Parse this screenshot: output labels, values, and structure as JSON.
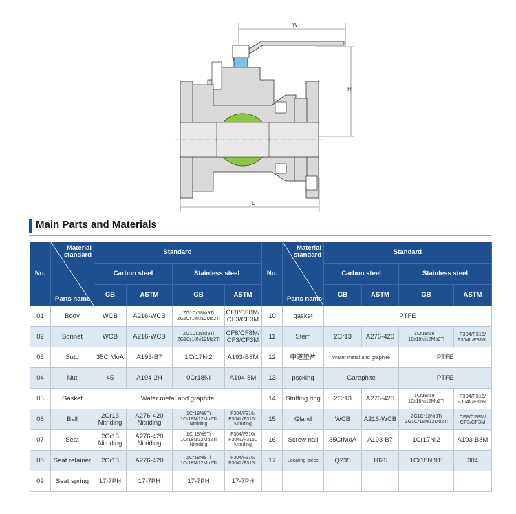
{
  "drawing": {
    "dim_w": "W",
    "dim_h": "H",
    "dim_l": "L"
  },
  "section_title": "Main Parts and Materials",
  "headers": {
    "no": "No.",
    "material_standard": "Material standard",
    "parts_name": "Parts name",
    "standard": "Standard",
    "carbon_steel": "Carbon steel",
    "stainless_steel": "Stainless steel",
    "gb": "GB",
    "astm": "ASTM"
  },
  "left_rows": [
    {
      "no": "01",
      "part": "Body",
      "cs_gb": "WCB",
      "cs_astm": "A216-WCB",
      "ss_gb": "ZG1Cr18Ni9Ti ZG1Cr18Ni12Mo2Ti",
      "ss_astm": "CF8/CF8M/ CF3/CF3M"
    },
    {
      "no": "02",
      "part": "Bonnet",
      "cs_gb": "WCB",
      "cs_astm": "A216-WCB",
      "ss_gb": "ZG1Cr18Ni9Ti ZG1Cr18Ni12Mo2Ti",
      "ss_astm": "CF8/CF8M/ CF3/CF3M"
    },
    {
      "no": "03",
      "part": "Sutd",
      "cs_gb": "35CrMoA",
      "cs_astm": "A193-B7",
      "ss_gb": "1Cr17Ni2",
      "ss_astm": "A193-B8M"
    },
    {
      "no": "04",
      "part": "Nut",
      "cs_gb": "45",
      "cs_astm": "A194-2H",
      "ss_gb": "0Cr18Ni",
      "ss_astm": "A194-8M"
    },
    {
      "no": "05",
      "part": "Gasket",
      "merged": "Wafer metal and graphite"
    },
    {
      "no": "06",
      "part": "Ball",
      "cs_gb": "2Cr13 Nitriding",
      "cs_astm": "A276-420 Nitriding",
      "ss_gb": "1Cr18Ni9Ti 1Cr18Ni12Mo2Ti Nitriding",
      "ss_astm": "F304/F316/ F304L/F316L Nitriding"
    },
    {
      "no": "07",
      "part": "Seat",
      "cs_gb": "2Cr13 Nitriding",
      "cs_astm": "A276-420 Nitriding",
      "ss_gb": "1Cr18Ni9Ti 1Cr18Ni12Mo2Ti Nitriding",
      "ss_astm": "F304/F316/ F304L/F316L Nitriding"
    },
    {
      "no": "08",
      "part": "Seat retainer",
      "cs_gb": "2Cr13",
      "cs_astm": "A276-420",
      "ss_gb": "1Cr18Ni9Ti 1Cr18Ni12Mo2Ti",
      "ss_astm": "F304/F316/ F304L/F316L"
    },
    {
      "no": "09",
      "part": "Seat spring",
      "cs_gb": "17-7PH",
      "cs_astm": "17-7PH",
      "ss_gb": "17-7PH",
      "ss_astm": "17-7PH"
    }
  ],
  "right_rows": [
    {
      "no": "10",
      "part": "gasket",
      "merged": "PTFE"
    },
    {
      "no": "11",
      "part": "Stem",
      "cs_gb": "2Cr13",
      "cs_astm": "A276-420",
      "ss_gb": "1Cr18Ni9Ti 1Cr18Ni12Mo2Ti",
      "ss_astm": "F304/F316/ F304L/F316L"
    },
    {
      "no": "12",
      "part": "中道垫片",
      "cs_merged": "Wafer metal and graphite",
      "ss_merged": "PTFE"
    },
    {
      "no": "13",
      "part": "pscking",
      "cs_merged": "Garaphite",
      "ss_merged": "PTFE"
    },
    {
      "no": "14",
      "part": "Stuffing ring",
      "cs_gb": "2Cr13",
      "cs_astm": "A276-420",
      "ss_gb": "1Cr18Ni9Ti 1Cr18Ni12Mo2Ti",
      "ss_astm": "F304/F316/ F304L/F316L"
    },
    {
      "no": "15",
      "part": "Gland",
      "cs_gb": "WCB",
      "cs_astm": "A216-WCB",
      "ss_gb": "ZG1Cr18Ni9Ti ZG1Cr18Ni12Mo2Ti",
      "ss_astm": "CF8/CF8M/ CF3/CF3M"
    },
    {
      "no": "16",
      "part": "Screw nail",
      "cs_gb": "35CrMoA",
      "cs_astm": "A193-B7",
      "ss_gb": "1Cr17Ni2",
      "ss_astm": "A193-B8M"
    },
    {
      "no": "17",
      "part": "Locating piece",
      "cs_gb": "Q235",
      "cs_astm": "1025",
      "ss_gb": "1Cr18Ni9Ti",
      "ss_astm": "304"
    },
    {
      "no": "",
      "part": "",
      "cs_gb": "",
      "cs_astm": "",
      "ss_gb": "",
      "ss_astm": ""
    }
  ],
  "colors": {
    "header_blue": "#1d4f91",
    "row_alt": "#dde8f3",
    "ball_green": "#8dc63f",
    "stem_blue": "#7fc3e0",
    "body_gray": "#d9d9d9"
  }
}
